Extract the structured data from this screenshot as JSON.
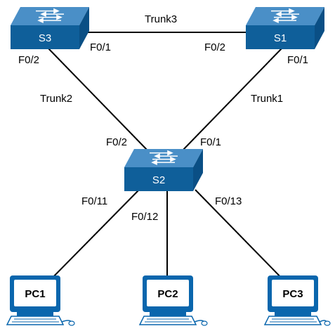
{
  "colors": {
    "switch_top": "#4a8fc7",
    "switch_front": "#0f5f9a",
    "pc_body": "#0a66ad",
    "pc_screen": "#ffffff",
    "link": "#000000"
  },
  "devices": {
    "s3": "S3",
    "s1": "S1",
    "s2": "S2",
    "pc1": "PC1",
    "pc2": "PC2",
    "pc3": "PC3"
  },
  "links": {
    "trunk3": "Trunk3",
    "trunk2": "Trunk2",
    "trunk1": "Trunk1"
  },
  "ports": {
    "s3_f01": "F0/1",
    "s3_f02": "F0/2",
    "s1_f02": "F0/2",
    "s1_f01": "F0/1",
    "s2_f02": "F0/2",
    "s2_f01": "F0/1",
    "s2_f011": "F0/11",
    "s2_f012": "F0/12",
    "s2_f013": "F0/13"
  }
}
